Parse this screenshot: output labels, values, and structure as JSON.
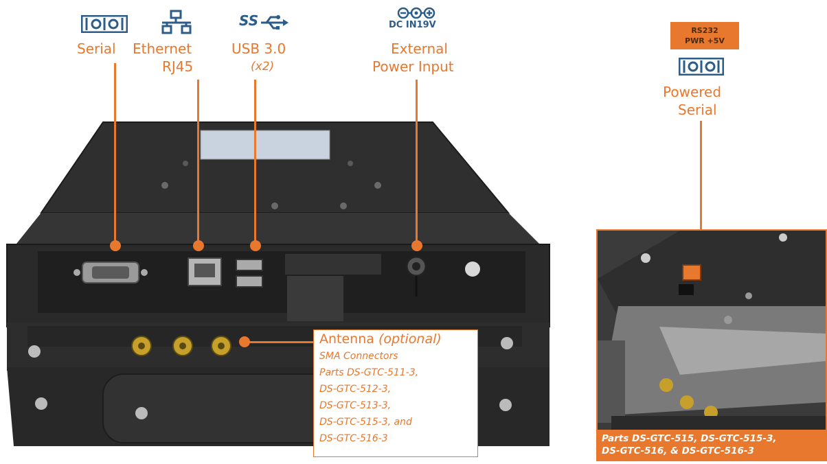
{
  "labels": {
    "serial": "Serial",
    "ethernet": "Ethernet",
    "ethernet_sub": "RJ45",
    "usb_logo": "SS",
    "usb": "USB 3.0",
    "usb_sub": "(x2)",
    "dc_icon": "DC IN19V",
    "ext_power_1": "External",
    "ext_power_2": "Power Input",
    "rs232_1": "RS232",
    "rs232_2": "PWR +5V",
    "powered_1": "Powered",
    "powered_2": "Serial"
  },
  "antenna": {
    "title": "Antenna",
    "title_note": "(optional)",
    "lines": [
      "SMA Connectors",
      "Parts DS-GTC-511-3,",
      "DS-GTC-512-3,",
      "DS-GTC-513-3,",
      "DS-GTC-515-3, and",
      "DS-GTC-516-3"
    ]
  },
  "inset": {
    "caption_1": "Parts DS-GTC-515, DS-GTC-515-3,",
    "caption_2": "DS-GTC-516, & DS-GTC-516-3"
  },
  "icons": [
    "serial-port-icon",
    "ethernet-network-icon",
    "usb-superspeed-icon",
    "dc-power-icon"
  ],
  "colors": {
    "accent": "#e8782e",
    "icon_blue": "#2b5c8a",
    "device_dark": "#2e2e2e"
  }
}
